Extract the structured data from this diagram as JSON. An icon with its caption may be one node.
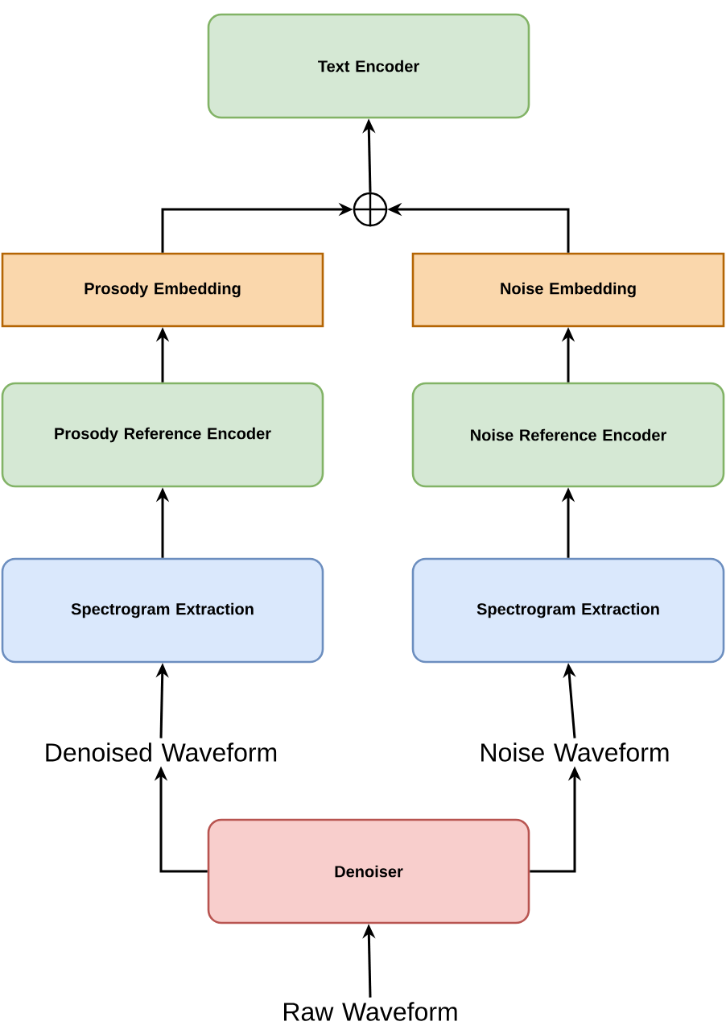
{
  "diagram": {
    "nodes": [
      {
        "text": [
          "Text Encoder"
        ]
      },
      {
        "text": [],
        "shape": "circle"
      },
      {
        "text": [
          "Prosody Embedding"
        ]
      },
      {
        "text": [
          "Noise Embedding"
        ]
      },
      {
        "text": [
          "Prosody Reference Encoder"
        ]
      },
      {
        "text": [
          "Noise Reference Encoder"
        ]
      },
      {
        "text": [
          "Spectrogram Extraction"
        ]
      },
      {
        "text": [
          "Spectrogram Extraction"
        ]
      },
      {
        "text": [
          "Denoised Waveform"
        ]
      },
      {
        "text": [
          "Noise Waveform"
        ]
      },
      {
        "text": [
          "Denoiser"
        ]
      },
      {
        "text": [
          "Raw Waveform"
        ]
      }
    ],
    "edges": [
      {
        "from": 1,
        "to": 0,
        "arrow": "to"
      },
      {
        "from": 2,
        "to": 1,
        "arrow": "to"
      },
      {
        "from": 3,
        "to": 1,
        "arrow": "to"
      },
      {
        "from": 4,
        "to": 2,
        "arrow": "to"
      },
      {
        "from": 5,
        "to": 3,
        "arrow": "to"
      },
      {
        "from": 6,
        "to": 4,
        "arrow": "to"
      },
      {
        "from": 7,
        "to": 5,
        "arrow": "to"
      },
      {
        "from": 8,
        "to": 6,
        "arrow": "to"
      },
      {
        "from": 9,
        "to": 7,
        "arrow": "to"
      },
      {
        "from": 10,
        "to": 8,
        "arrow": "to"
      },
      {
        "from": 10,
        "to": 9,
        "arrow": "to"
      },
      {
        "from": 11,
        "to": 10,
        "arrow": "to"
      }
    ]
  }
}
